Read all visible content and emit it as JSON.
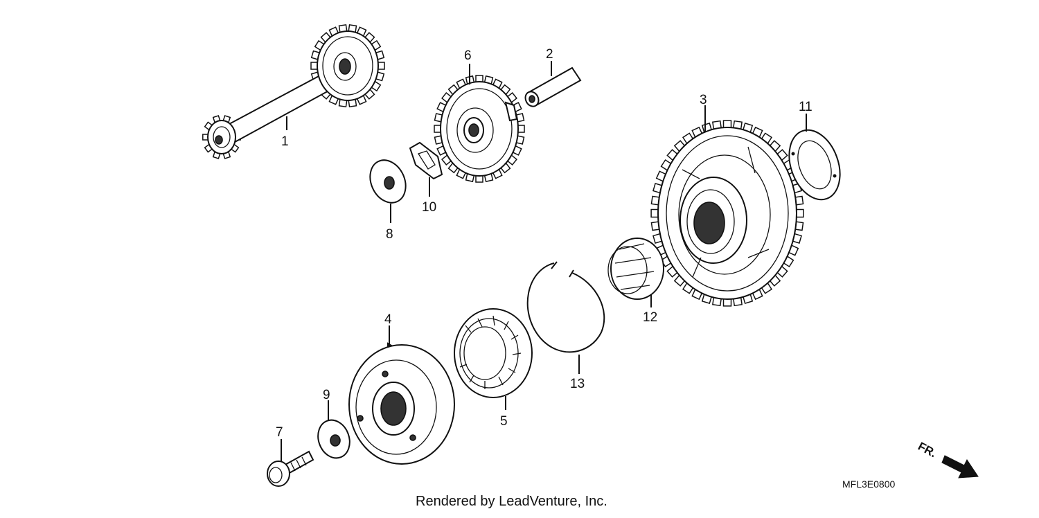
{
  "parts": [
    {
      "id": "part-1",
      "number": "1"
    },
    {
      "id": "part-2",
      "number": "2"
    },
    {
      "id": "part-3",
      "number": "3"
    },
    {
      "id": "part-4",
      "number": "4"
    },
    {
      "id": "part-5",
      "number": "5"
    },
    {
      "id": "part-6",
      "number": "6"
    },
    {
      "id": "part-7",
      "number": "7"
    },
    {
      "id": "part-8",
      "number": "8"
    },
    {
      "id": "part-9",
      "number": "9"
    },
    {
      "id": "part-10",
      "number": "10"
    },
    {
      "id": "part-11",
      "number": "11"
    },
    {
      "id": "part-12",
      "number": "12"
    },
    {
      "id": "part-13",
      "number": "13"
    }
  ],
  "diagram_code": "MFL3E0800",
  "direction_label": "FR.",
  "credit": "Rendered by LeadVenture, Inc."
}
